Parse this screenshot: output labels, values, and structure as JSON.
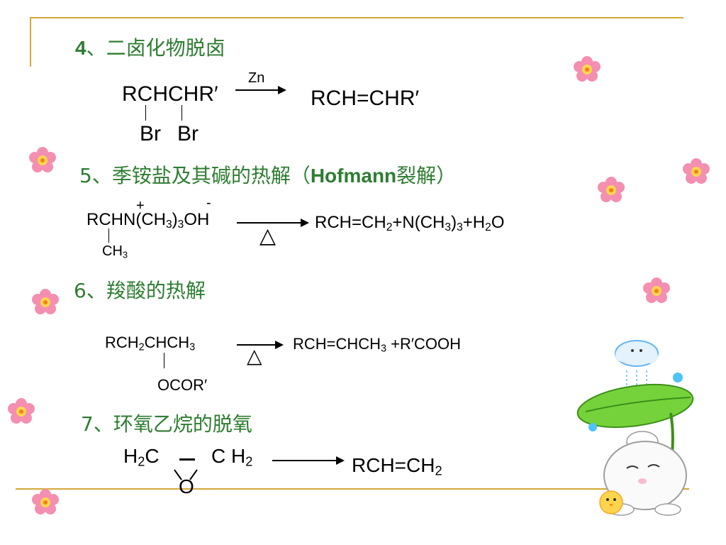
{
  "sections": {
    "s4": {
      "number": "4",
      "sep": "、",
      "title": "二卤化物脱卤",
      "reactant_main": "RCHCHR′",
      "reactant_br1": "Br",
      "reactant_br2": "Br",
      "reagent": "Zn",
      "product": "RCH=CHR′"
    },
    "s5": {
      "prefix": "5、季铵盐及其碱的热解（",
      "bold": "Hofmann",
      "suffix": "裂解）",
      "plus_charge": "+",
      "minus_charge": "-",
      "reactant": {
        "a": "RCHN(CH",
        "b": "3",
        "c": ")",
        "d": "3",
        "e": "OH"
      },
      "substituent": {
        "a": "CH",
        "b": "3"
      },
      "condition": "△",
      "product": {
        "p1": "RCH=CH",
        "p2": "2",
        "p3": "+N(CH",
        "p4": "3",
        "p5": ")",
        "p6": "3",
        "p7": "+H",
        "p8": "2",
        "p9": "O"
      }
    },
    "s6": {
      "title": "6、羧酸的热解",
      "reactant": {
        "a": "RCH",
        "b": "2",
        "c": "CHCH",
        "d": "3"
      },
      "substituent": "OCOR′",
      "condition": "△",
      "product": {
        "a": "RCH=CHCH",
        "b": "3",
        "c": " +R′COOH"
      }
    },
    "s7": {
      "title": "7、环氧乙烷的脱氧",
      "reactant": {
        "h": "H",
        "h_sub": "2",
        "c1": "C",
        "c2": "C H",
        "c2_sub": "2",
        "o": "O"
      },
      "product": {
        "a": "RCH=CH",
        "b": "2"
      }
    }
  },
  "decorations": {
    "flower_icon": "flower-icon",
    "mascot_icon": "bunny-leaf-umbrella-icon",
    "cloud_icon": "cloud-icon",
    "chick_icon": "chick-icon",
    "flower_petal_color": "#f48fb1",
    "flower_center_color": "#ffd54f",
    "rule_color": "#d4a83a",
    "heading_color": "#2e7d32"
  }
}
